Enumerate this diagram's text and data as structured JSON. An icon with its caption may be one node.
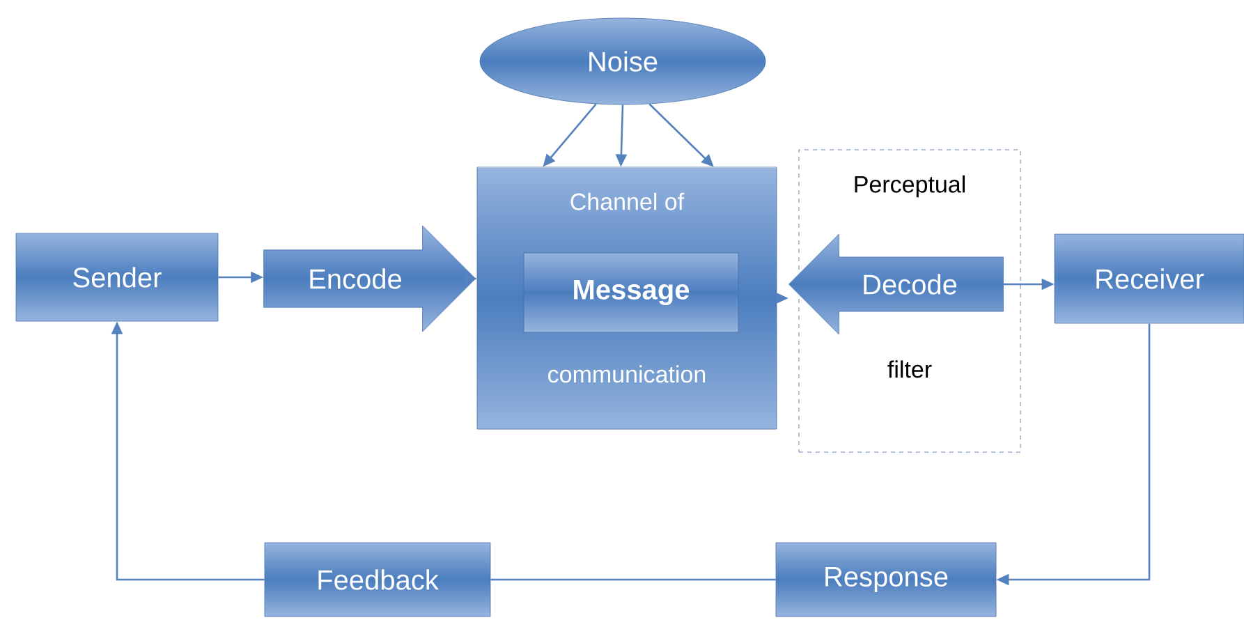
{
  "diagram": {
    "nodes": [
      {
        "text": [
          "Noise"
        ]
      },
      {
        "text": [
          "Channel of",
          "communication"
        ]
      },
      {
        "text": [
          "Message"
        ],
        "in": 1
      },
      {
        "text": [
          "Sender"
        ]
      },
      {
        "text": [
          "Encode"
        ]
      },
      {
        "text": [
          "Perceptual",
          "filter"
        ]
      },
      {
        "text": [
          "Decode"
        ],
        "in": 5
      },
      {
        "text": [
          "Receiver"
        ]
      },
      {
        "text": [
          "Feedback"
        ]
      },
      {
        "text": [
          "Response"
        ]
      }
    ],
    "edges": [
      {
        "from": 0,
        "to": 1,
        "arrow": "to"
      },
      {
        "from": 0,
        "to": 1,
        "arrow": "to"
      },
      {
        "from": 0,
        "to": 1,
        "arrow": "to"
      },
      {
        "from": 3,
        "to": 4,
        "arrow": "to"
      },
      {
        "from": 4,
        "to": 1,
        "arrow": "to"
      },
      {
        "from": 1,
        "to": 6,
        "arrow": "to"
      },
      {
        "from": 6,
        "to": 7,
        "arrow": "to"
      },
      {
        "from": 7,
        "to": 9,
        "arrow": "to"
      },
      {
        "from": 9,
        "to": 8,
        "arrow": "none"
      },
      {
        "from": 8,
        "to": 3,
        "arrow": "to"
      }
    ]
  }
}
